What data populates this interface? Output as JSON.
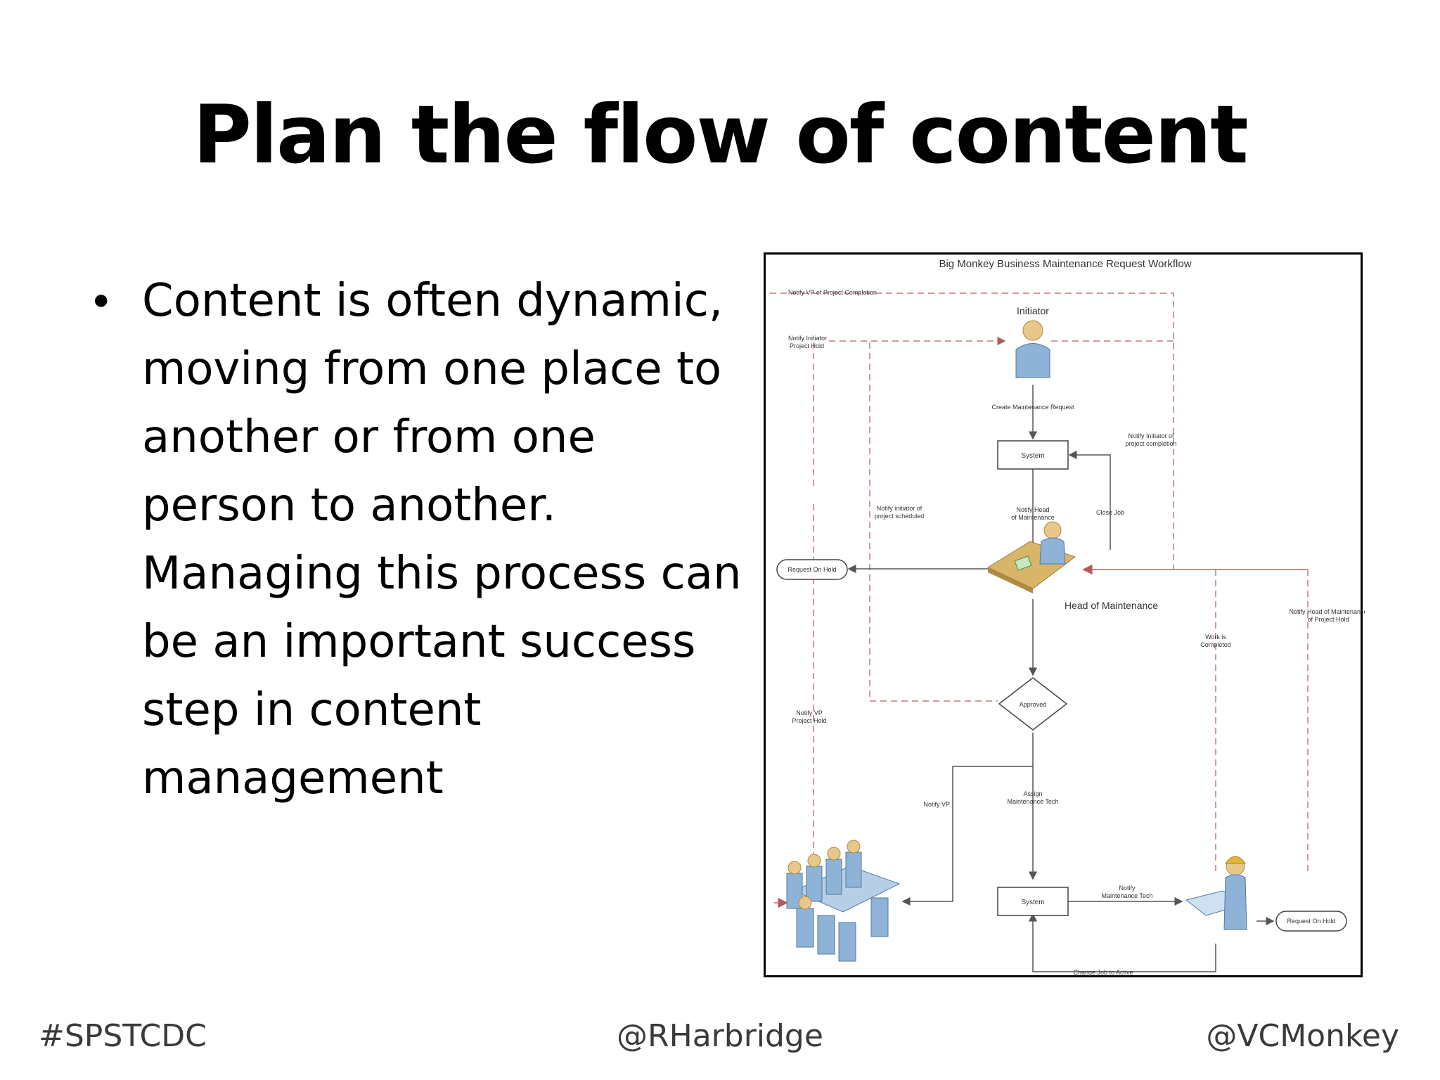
{
  "slide": {
    "title": "Plan the flow of content",
    "bullet": "Content is often dynamic, moving from one place to another or from one person to another.  Managing this process can be an important success step in content management"
  },
  "footer": {
    "left": "#SPSTCDC",
    "center": "@RHarbridge",
    "right": "@VCMonkey"
  },
  "diagram": {
    "title": "Big Monkey Business Maintenance Request Workflow",
    "nodes": {
      "initiator": "Initiator",
      "system_top": "System",
      "head_of_maintenance": "Head of Maintenance",
      "approved": "Approved",
      "system_bottom": "System",
      "request_on_hold_left": "Request On Hold",
      "request_on_hold_right": "Request On Hold"
    },
    "labels": {
      "notify_vp_completion": "Notify VP of Project Completion",
      "notify_initiator_hold_1": "Notify Initiator",
      "notify_initiator_hold_2": "Project Hold",
      "create_request": "Create Maintenance Request",
      "notify_initiator_completion_1": "Notify Initiator of",
      "notify_initiator_completion_2": "project completion",
      "notify_initiator_scheduled_1": "Notify initiator of",
      "notify_initiator_scheduled_2": "project scheduled",
      "notify_head_1": "Notify Head",
      "notify_head_2": "of Maintenance",
      "close_job": "Close Job",
      "notify_head_hold_1": "Notify Head of Maintenance",
      "notify_head_hold_2": "of Project Hold",
      "work_completed_1": "Work is",
      "work_completed_2": "Completed",
      "notify_vp_hold_1": "Notify VP",
      "notify_vp_hold_2": "Project Hold",
      "notify_vp": "Notify VP",
      "assign_tech_1": "Assign",
      "assign_tech_2": "Maintenance Tech",
      "notify_tech_1": "Notify",
      "notify_tech_2": "Maintenance Tech",
      "change_job_active": "Change Job to Active"
    },
    "colors": {
      "dashed_red": "#b55a5a",
      "person_blue": "#8fb3d6",
      "head_skin": "#e8c78a",
      "desk": "#d9b56a",
      "helmet": "#e2b636"
    }
  }
}
